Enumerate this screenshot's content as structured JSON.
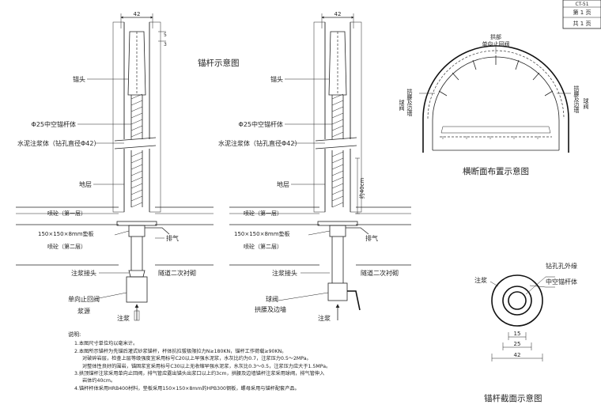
{
  "sheet": {
    "code": "CT-51",
    "page": "第 1 页",
    "total": "共 1 页"
  },
  "titles": {
    "anchor": "锚杆示意图",
    "cross_section": "横断面布置示意图",
    "anchor_section": "锚杆截面示意图"
  },
  "dims": {
    "d42": "42",
    "d15": "15",
    "d25": "25",
    "d40cm": "约40cm",
    "small1": "5",
    "small2": "3"
  },
  "left": {
    "anchor_head": "锚头",
    "hollow_bolt": "Φ25中空锚杆体",
    "grout_body": "水泥注浆体（钻孔直径Φ42）",
    "stratum": "地层",
    "shot1": "喷砼（第一层）",
    "plate": "150×150×8mm垫板",
    "shot2": "喷砼（第二层）",
    "exhaust": "排气",
    "joint": "注浆接头",
    "lining": "隧道二次衬砌",
    "check_valve": "单向止回阀",
    "grout_src": "浆源",
    "grout_in": "注浆"
  },
  "right": {
    "anchor_head": "锚头",
    "hollow_bolt": "Φ25中空锚杆体",
    "grout_body": "水泥注浆体（钻孔直径Φ42）",
    "stratum": "地层",
    "shot1": "喷砼（第一层）",
    "plate": "150×150×8mm垫板",
    "shot2": "喷砼（第二层）",
    "exhaust": "排气",
    "joint": "注浆接头",
    "lining": "隧道二次衬砌",
    "ball_valve": "球阀",
    "arch_wall": "拱腰及边墙",
    "grout_in": "注浆"
  },
  "cross": {
    "vault": "拱部",
    "vault_sub": "单向止回阀",
    "left_a": "拱腰及边墙",
    "left_b": "球阀",
    "right_a": "拱腰及边墙",
    "right_b": "球阀"
  },
  "section": {
    "hole_edge": "钻孔孔外缘",
    "hollow": "中空锚杆体",
    "grout": "注浆"
  },
  "notes": {
    "title": "说明:",
    "n1": "1.本图尺寸单位均以毫米计。",
    "n2": "2.本图所示锚杆为先锚后灌式砂浆锚杆，杆体抗拉拔极限拉力N≥180KN，锚杆工作荷载≥90KN。",
    "n2a": "对破碎岩层，检查上层等级强度宜采用标号C20以上早强水泥浆，水灰比约为0.7，注浆压力0.5～2MPa。",
    "n2b": "对整体性良好的围岩，锚固浆宜采用标号C30以上无收缩早强水泥浆，水灰比0.3～0.5，注浆压力应大于1.5MPa。",
    "n3": "3.拱顶锚杆注浆采用单向止回阀，排气管应露出锚头出浆口以上约3cm，拱腰及边墙锚杆注浆采用球阀，排气管伸入",
    "n3a": "岩体约40cm。",
    "n4": "4.锚杆杆体采用HRB400材料，垫板采用150×150×8mm的HPB300钢板，螺母采用与锚杆配套产品。"
  }
}
